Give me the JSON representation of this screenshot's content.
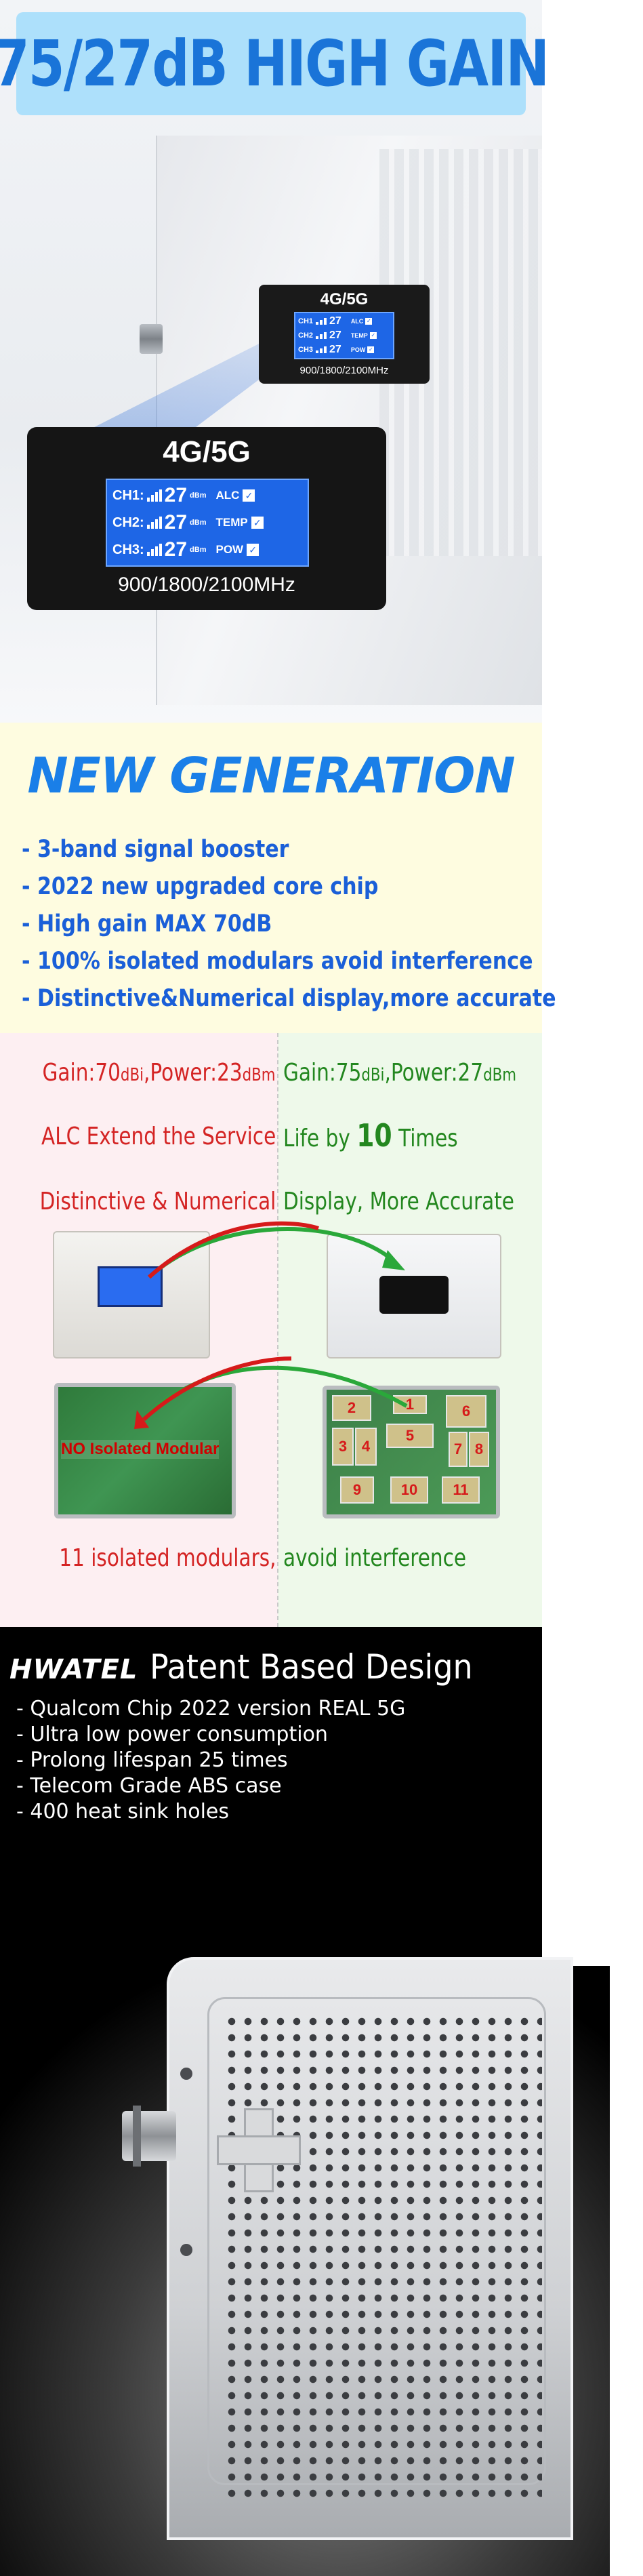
{
  "hero": {
    "title": "75/27dB HIGH GAIN",
    "small_display": {
      "logo": "4G/5G",
      "rows": [
        {
          "label": "CH1",
          "value": "27",
          "tag": "ALC"
        },
        {
          "label": "CH2",
          "value": "27",
          "tag": "TEMP"
        },
        {
          "label": "CH3",
          "value": "27",
          "tag": "POW"
        }
      ],
      "freq": "900/1800/2100MHz"
    },
    "big_display": {
      "logo": "4G/5G",
      "rows": [
        {
          "label": "CH1:",
          "value": "27",
          "unit": "dBm",
          "tag": "ALC"
        },
        {
          "label": "CH2:",
          "value": "27",
          "unit": "dBm",
          "tag": "TEMP"
        },
        {
          "label": "CH3:",
          "value": "27",
          "unit": "dBm",
          "tag": "POW"
        }
      ],
      "freq": "900/1800/2100MHz"
    }
  },
  "generation": {
    "title": "NEW GENERATION",
    "features": [
      "- 3-band signal booster",
      "- 2022 new upgraded core chip",
      "- High gain MAX 70dB",
      "- 100% isolated modulars avoid interference",
      "- Distinctive&Numerical display,more accurate"
    ]
  },
  "comparison": {
    "left_gain_prefix": "Gain:70",
    "left_gain_unit1": "dBi",
    "left_gain_mid": ",Power:23",
    "left_gain_unit2": "dBm",
    "right_gain_prefix": "Gain:75",
    "right_gain_unit1": "dBi",
    "right_gain_mid": ",Power:27",
    "right_gain_unit2": "dBm",
    "alc_left": "ALC Extend the Service",
    "alc_right_prefix": "Life by ",
    "alc_right_big": "10",
    "alc_right_suffix": " Times",
    "display_left": "Distinctive & Numerical",
    "display_right": "Display, More Accurate",
    "no_isolated": "NO Isolated Modular",
    "modules": [
      "2",
      "1",
      "5",
      "6",
      "3",
      "4",
      "7",
      "8",
      "9",
      "10",
      "11"
    ],
    "isolated_left": "11 isolated modulars,",
    "isolated_right": "avoid interference",
    "colors": {
      "red": "#d42424",
      "green": "#23871f",
      "left_bg": "#fdeff2",
      "right_bg": "#eef9ea"
    }
  },
  "patent": {
    "brand": "HWATEL",
    "title": "Patent Based Design",
    "features": [
      "- Qualcom Chip 2022 version REAL 5G",
      "- Ultra low power consumption",
      "- Prolong lifespan 25 times",
      "- Telecom Grade ABS case",
      "- 400 heat sink holes"
    ]
  }
}
